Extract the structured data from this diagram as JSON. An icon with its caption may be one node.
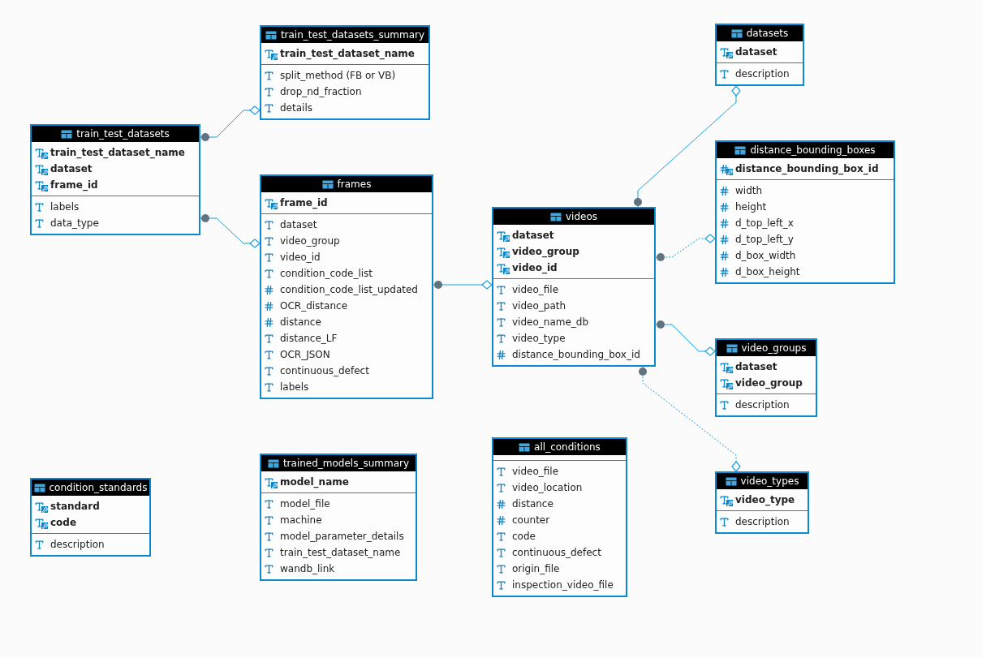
{
  "diagram": {
    "nodes": [
      {
        "text": [
          "train_test_datasets_summary",
          "train_test_dataset_name",
          "split_method (FB or VB)",
          "drop_nd_fraction",
          "details"
        ]
      },
      {
        "text": [
          "train_test_datasets",
          "train_test_dataset_name",
          "dataset",
          "frame_id",
          "labels",
          "data_type"
        ]
      },
      {
        "text": [
          "frames",
          "frame_id",
          "dataset",
          "video_group",
          "video_id",
          "condition_code_list",
          "condition_code_list_updated",
          "OCR_distance",
          "distance",
          "distance_LF",
          "OCR_JSON",
          "continuous_defect",
          "labels"
        ]
      },
      {
        "text": [
          "datasets",
          "dataset",
          "description"
        ]
      },
      {
        "text": [
          "distance_bounding_boxes",
          "distance_bounding_box_id",
          "width",
          "height",
          "d_top_left_x",
          "d_top_left_y",
          "d_box_width",
          "d_box_height"
        ]
      },
      {
        "text": [
          "videos",
          "dataset",
          "video_group",
          "video_id",
          "video_file",
          "video_path",
          "video_name_db",
          "video_type",
          "distance_bounding_box_id"
        ]
      },
      {
        "text": [
          "video_groups",
          "dataset",
          "video_group",
          "description"
        ]
      },
      {
        "text": [
          "condition_standards",
          "standard",
          "code",
          "description"
        ]
      },
      {
        "text": [
          "trained_models_summary",
          "model_name",
          "model_file",
          "machine",
          "model_parameter_details",
          "train_test_dataset_name",
          "wandb_link"
        ]
      },
      {
        "text": [
          "all_conditions",
          "video_file",
          "video_location",
          "distance",
          "counter",
          "code",
          "continuous_defect",
          "origin_file",
          "inspection_video_file"
        ]
      },
      {
        "text": [
          "video_types",
          "video_type",
          "description"
        ]
      }
    ],
    "edges": [
      {
        "from": 1,
        "to": 0,
        "arrow": "other"
      },
      {
        "from": 1,
        "to": 2,
        "arrow": "other"
      },
      {
        "from": 2,
        "to": 5,
        "arrow": "other"
      },
      {
        "from": 5,
        "to": 3,
        "arrow": "other"
      },
      {
        "from": 5,
        "to": 4,
        "arrow": "other",
        "style": "dashed"
      },
      {
        "from": 5,
        "to": 6,
        "arrow": "other"
      },
      {
        "from": 5,
        "to": 10,
        "arrow": "other",
        "style": "dashed"
      }
    ]
  }
}
